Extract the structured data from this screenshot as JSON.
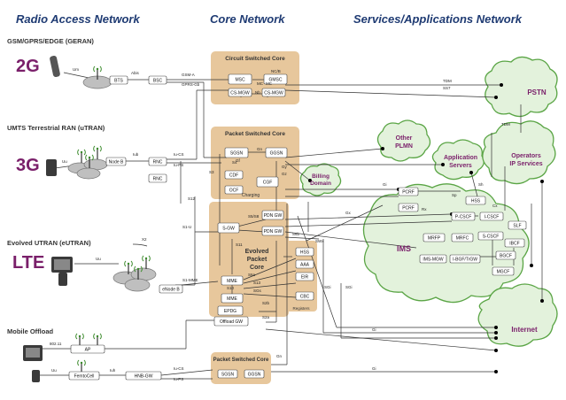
{
  "headers": {
    "ran": "Radio Access Network",
    "core": "Core Network",
    "services": "Services/Applications Network"
  },
  "sections": {
    "geran": "GSM/GPRS/EDGE (GERAN)",
    "utran": "UMTS Terrestrial RAN (uTRAN)",
    "eutran": "Evolved UTRAN (eUTRAN)",
    "offload": "Mobile Offload"
  },
  "generations": {
    "g2": "2G",
    "g3": "3G",
    "lte": "LTE"
  },
  "core_boxes": {
    "cs_core": "Circuit Switched Core",
    "ps_core": "Packet Switched Core",
    "charging": "Charging",
    "epc_line1": "Evolved",
    "epc_line2": "Packet",
    "epc_line3": "Core",
    "registers": "Registers",
    "ps_core_offload": "Packet Switched Core"
  },
  "nodes": {
    "bts": "BTS",
    "bsc": "BSC",
    "nodeb": "Node B",
    "rnc1": "RNC",
    "rnc2": "RNC",
    "enodeb": "eNode B",
    "ap": "AP",
    "femtocell": "FemtoCell",
    "hnbgw": "HNB-GW",
    "msc": "MSC",
    "gmsc": "GMSC",
    "csmgw1": "CS-MGW",
    "csmgw2": "CS-MGW",
    "sgsn": "SGSN",
    "ggsn": "GGSN",
    "cdf": "CDF",
    "cgf": "CGF",
    "ocf": "OCF",
    "sgw": "S-GW",
    "pdngw1": "PDN GW",
    "pdngw2": "PDN GW",
    "mme1": "MME",
    "mme2": "MME",
    "epdg": "EPDG",
    "offloadgw": "Offload GW",
    "hss_reg": "HSS",
    "aaa": "AAA",
    "eir": "EIR",
    "cbc": "CBC",
    "sgsn2": "SGSN",
    "ggsn2": "GGSN",
    "pcrf1": "PCRF",
    "pcrf2": "PCRF",
    "hss_ims": "HSS",
    "pcscf": "P-CSCF",
    "icscf": "I-CSCF",
    "scscf": "S-CSCF",
    "slf": "SLF",
    "mrfp": "MRFP",
    "mrfc": "MRFC",
    "ibcf": "IBCF",
    "bgcf": "BGCF",
    "imsmgw": "IMS-MGW",
    "ibgf": "I-BGF/TrGW",
    "mgcf": "MGCF"
  },
  "clouds": {
    "pstn": "PSTN",
    "other_plmn_1": "Other",
    "other_plmn_2": "PLMN",
    "billing_1": "Billing",
    "billing_2": "Domain",
    "appsrv_1": "Application",
    "appsrv_2": "Servers",
    "opsvc_1": "Operators",
    "opsvc_2": "IP Services",
    "ims": "IMS",
    "internet": "Internet"
  },
  "interfaces": {
    "um": "Um",
    "abis": "Abis",
    "gsma": "GSM-A",
    "gprsgb": "GPRS-Gb",
    "uu1": "Uu",
    "iub": "Iub",
    "iucs": "Iu-CS",
    "iups": "Iu-PS",
    "x2": "X2",
    "uu2": "Uu",
    "s1u": "S1-U",
    "s1mme": "S1-MME",
    "s12": "S12",
    "s3": "S3",
    "s4": "S4",
    "s5s8": "S5/S8",
    "s11": "S11",
    "s10": "S10",
    "s6a": "S6a",
    "s13": "S13",
    "sgs": "SGs",
    "s6b": "S6b",
    "swx": "SWx",
    "s2b": "S2b",
    "s2a": "S2a",
    "gf": "Gf",
    "gn1": "Gn",
    "gn2": "Gn",
    "gi": "Gi",
    "gx": "Gx",
    "gy": "Gy",
    "gz": "Gz",
    "rx": "Rx",
    "sp": "Sp",
    "sh": "Sh",
    "cx": "Cx",
    "tdm1": "TDM",
    "tdm2": "TDM",
    "ss7": "SS7",
    "ncb": "NC/B",
    "mc1": "MC",
    "mc2": "MC",
    "nb": "Nb",
    "sgi1": "SGi",
    "sgi2": "SGi",
    "gi2": "Gi",
    "gi3": "Gi",
    "iucs2": "Iu-CS",
    "iups2": "Iu-PS",
    "wifi": "802.11",
    "uu3": "Uu",
    "iuh": "Iuh"
  }
}
